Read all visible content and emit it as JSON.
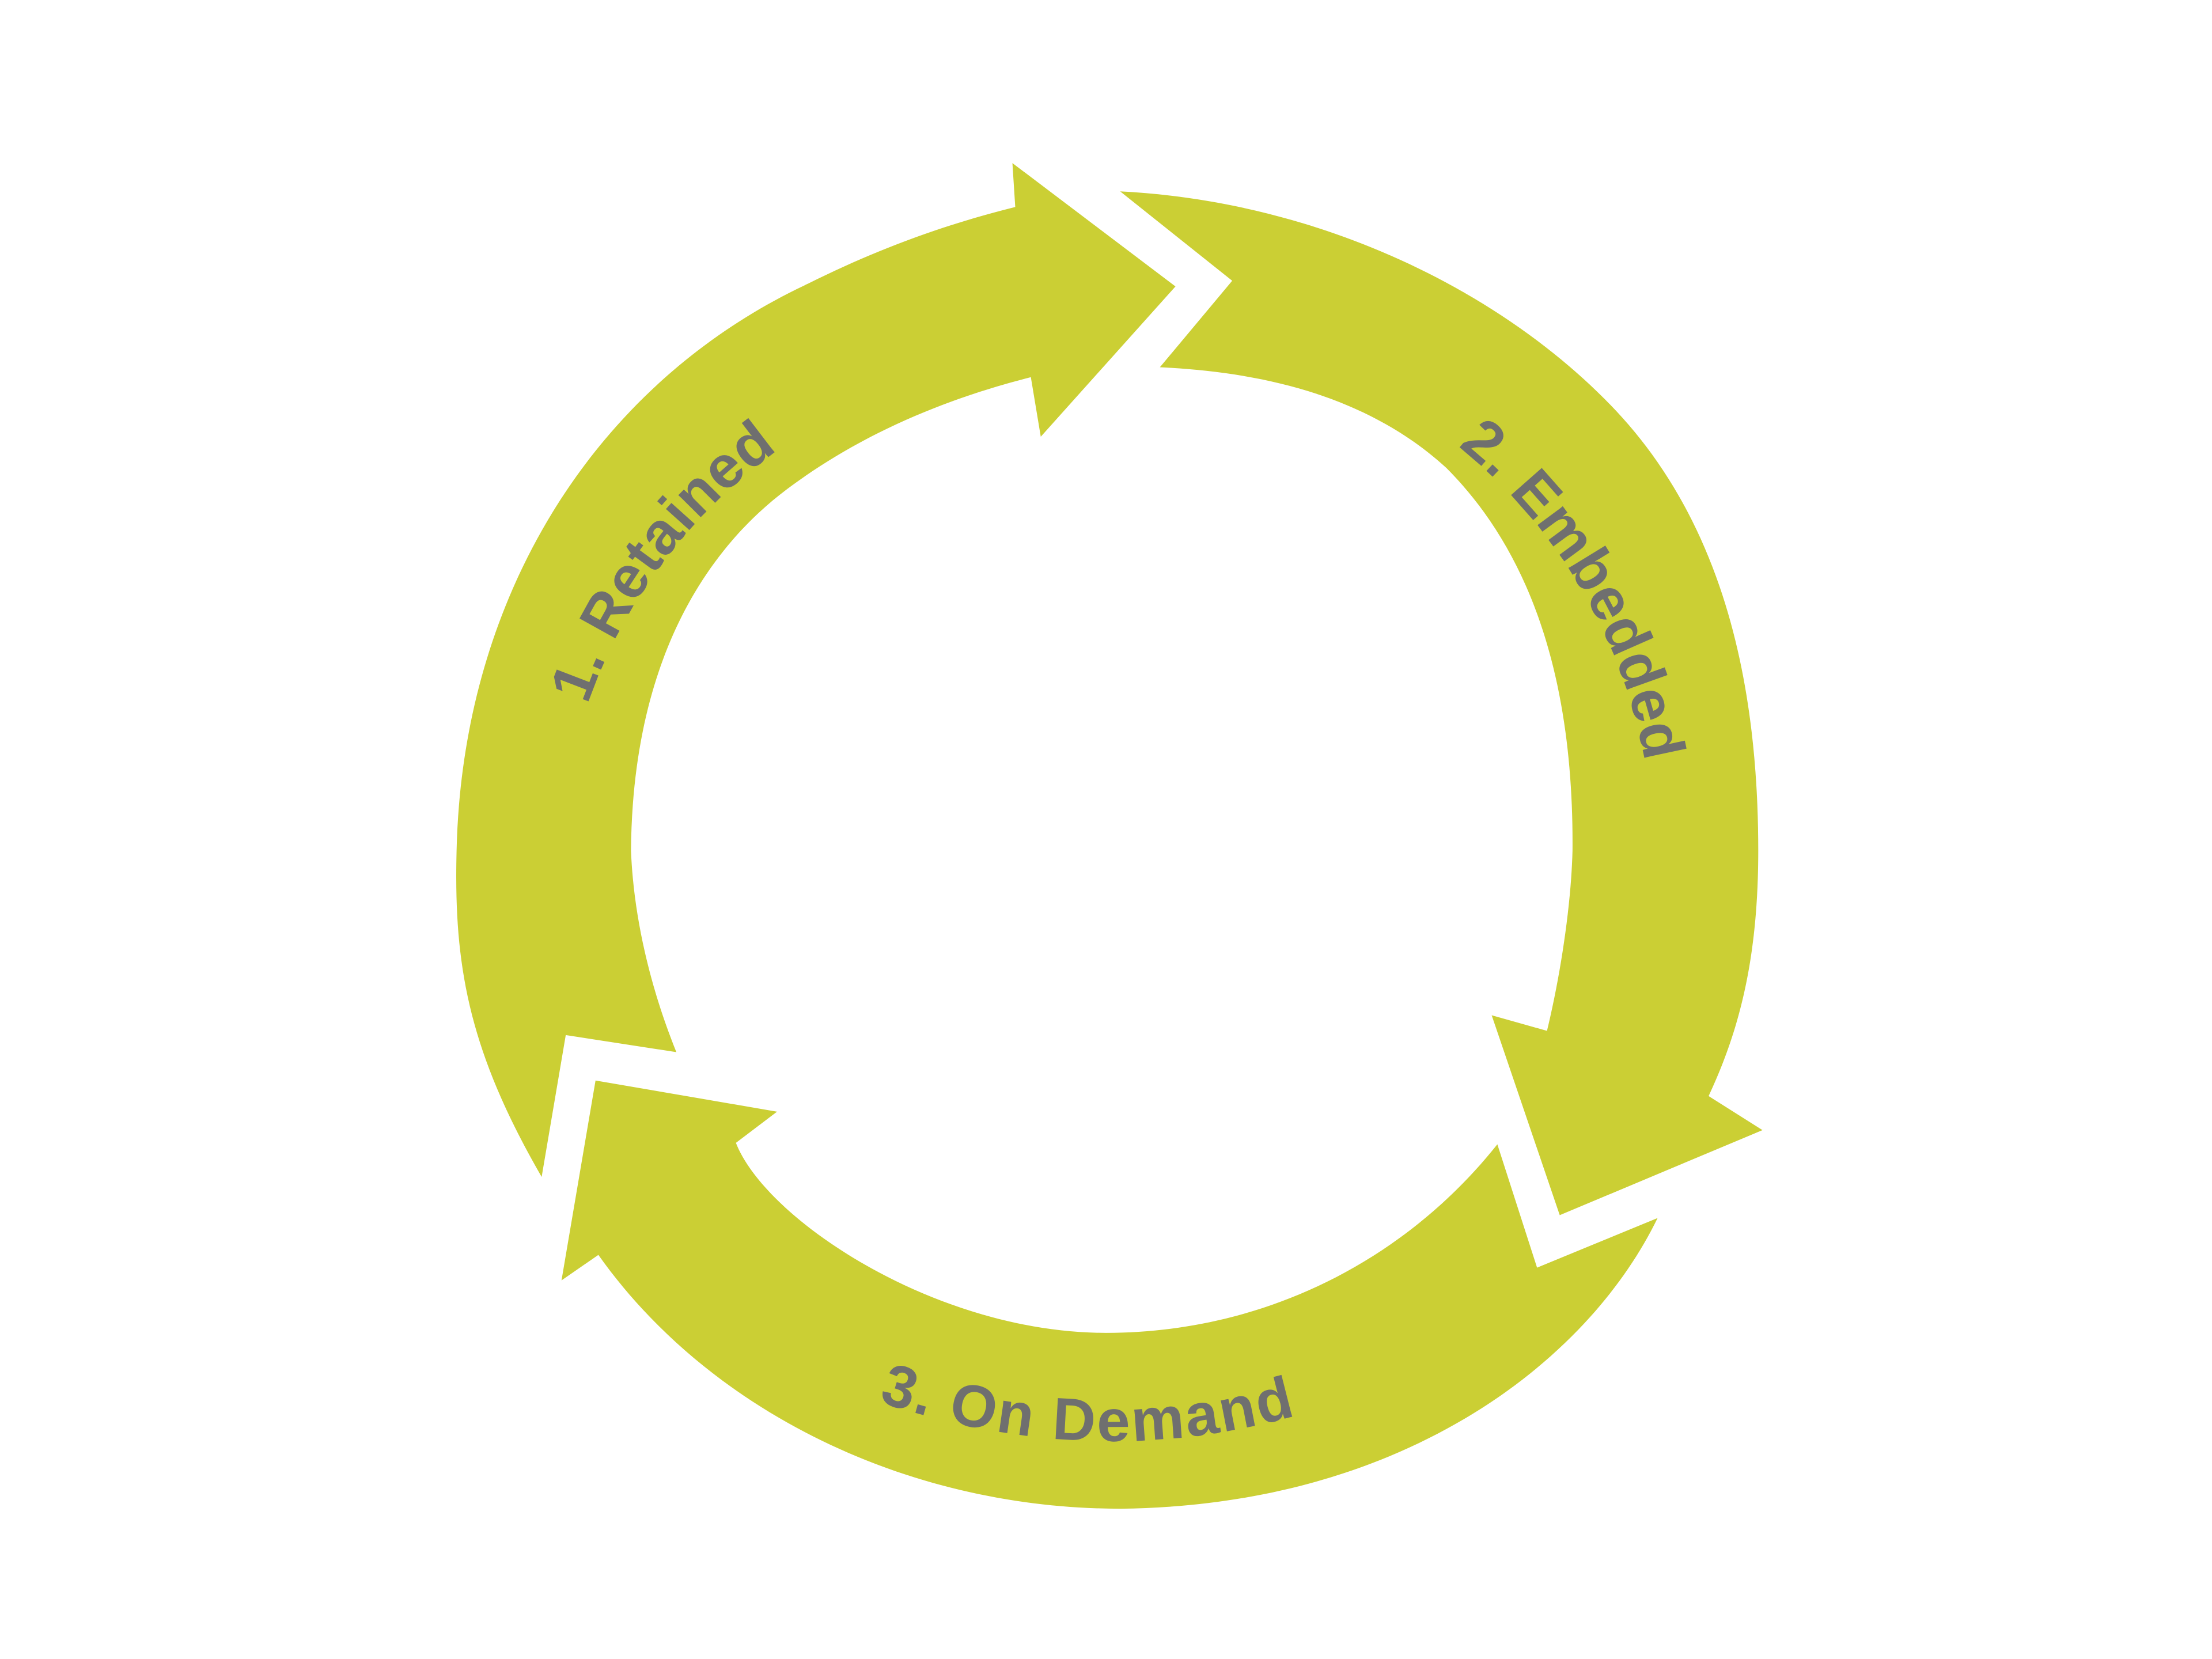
{
  "colors": {
    "background": "#ffffff",
    "arrow_fill": "#cbcf34",
    "label_text": "#6f6f6f"
  },
  "cycle": {
    "stages": [
      {
        "label": "1. Retained"
      },
      {
        "label": "2. Embedded"
      },
      {
        "label": "3. On Demand"
      }
    ]
  }
}
